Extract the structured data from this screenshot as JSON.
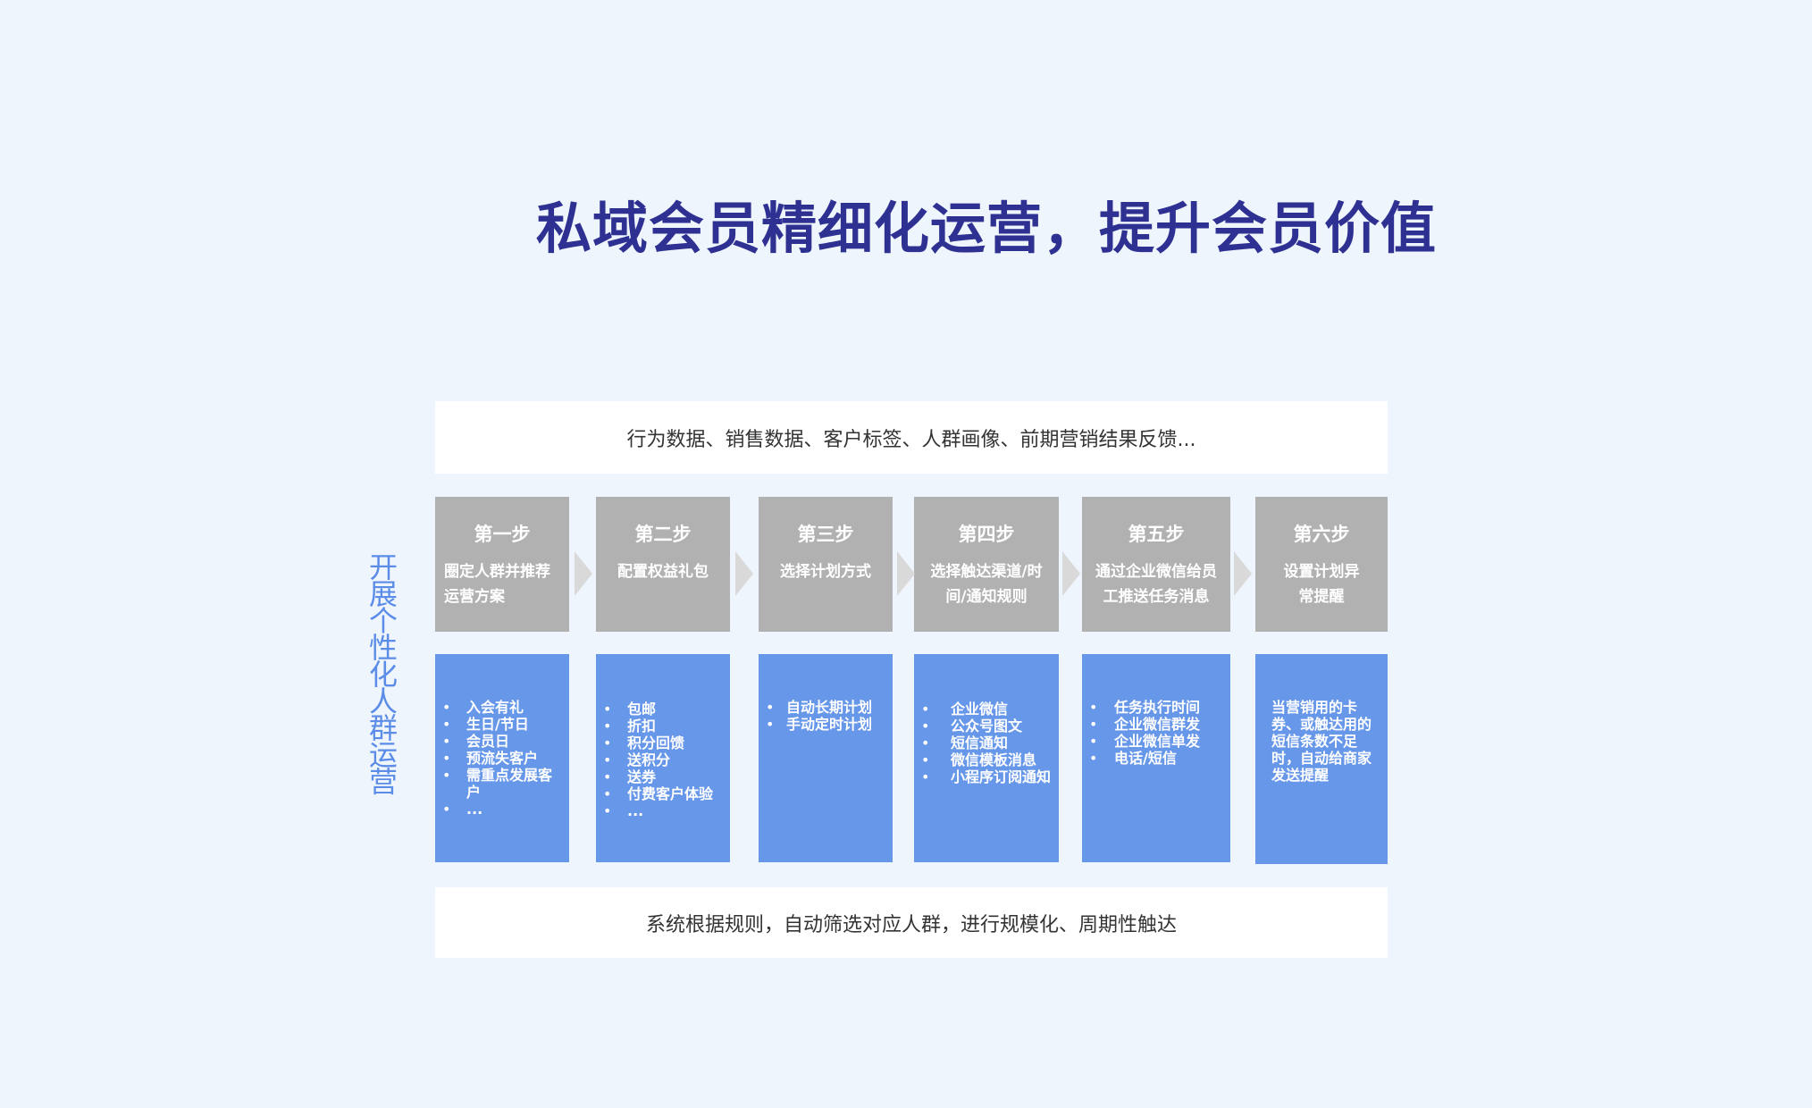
{
  "title": "私域会员精细化运营，提升会员价值",
  "top_banner": "行为数据、销售数据、客户标签、人群画像、前期营销结果反馈...",
  "bottom_banner": "系统根据规则，自动筛选对应人群，进行规模化、周期性触达",
  "side_label": "开展个性化人群运营",
  "colors": {
    "title": "#2e3192",
    "side_label": "#5b8de8",
    "step_header": "#b1b1b1",
    "step_body": "#6797e9",
    "background": "#eff5fc",
    "arrow": "#d9d9d9"
  },
  "steps": [
    {
      "title": "第一步",
      "desc": "圈定人群并推荐运营方案",
      "items": [
        "入会有礼",
        "生日/节日",
        "会员日",
        "预流失客户",
        "需重点发展客户",
        "..."
      ]
    },
    {
      "title": "第二步",
      "desc": "配置权益礼包",
      "items": [
        "包邮",
        "折扣",
        "积分回馈",
        "送积分",
        "送券",
        "付费客户体验",
        "..."
      ]
    },
    {
      "title": "第三步",
      "desc": "选择计划方式",
      "items": [
        "自动长期计划",
        "手动定时计划"
      ]
    },
    {
      "title": "第四步",
      "desc": "选择触达渠道/时间/通知规则",
      "items": [
        "企业微信",
        "公众号图文",
        "短信通知",
        "微信模板消息",
        "小程序订阅通知"
      ]
    },
    {
      "title": "第五步",
      "desc": "通过企业微信给员工推送任务消息",
      "items": [
        "任务执行时间",
        "企业微信群发",
        "企业微信单发",
        "电话/短信"
      ]
    },
    {
      "title": "第六步",
      "desc": "设置计划异常提醒",
      "text": "当营销用的卡券、或触达用的短信条数不足时，自动给商家发送提醒"
    }
  ]
}
